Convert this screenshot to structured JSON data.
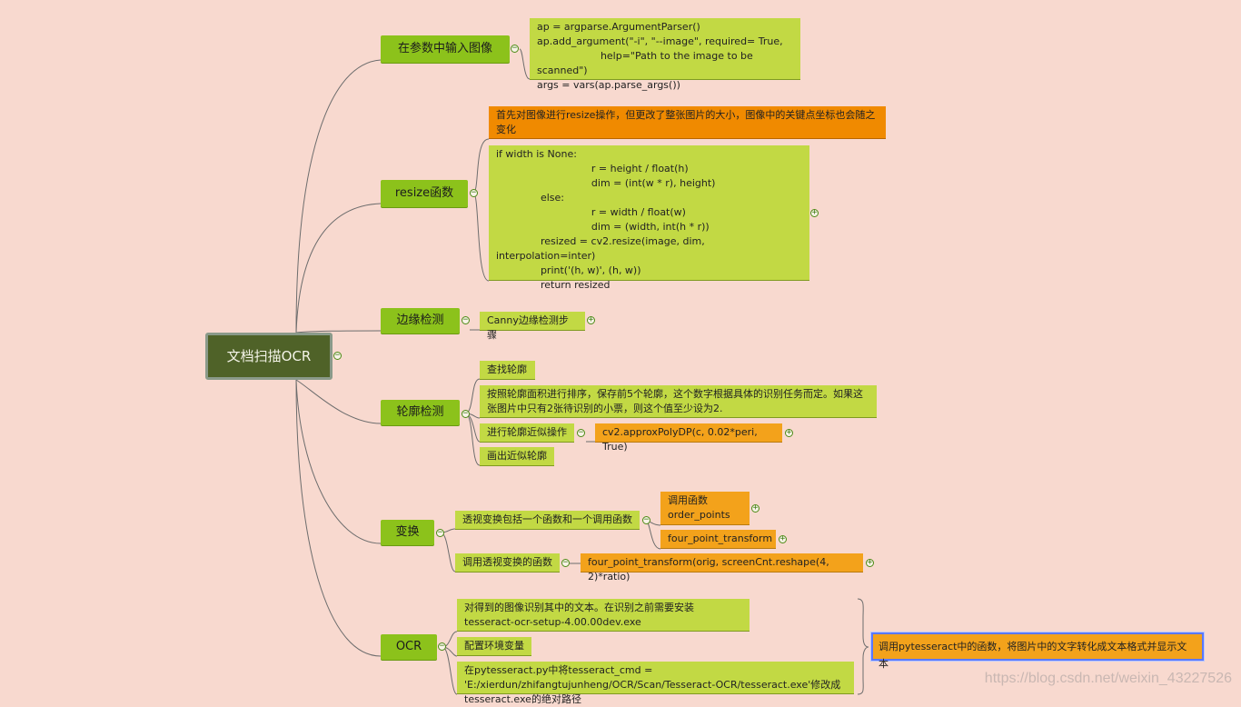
{
  "root": {
    "label": "文档扫描OCR"
  },
  "topics": {
    "input": "在参数中输入图像",
    "resize": "resize函数",
    "edge": "边缘检测",
    "contour": "轮廓检测",
    "transform": "变换",
    "ocr": "OCR"
  },
  "input_code": "ap = argparse.ArgumentParser()\nap.add_argument(\"-i\", \"--image\", required= True,\n                    help=\"Path to the image to be scanned\")\nargs = vars(ap.parse_args())",
  "resize": {
    "note": "首先对图像进行resize操作，但更改了整张图片的大小，图像中的关键点坐标也会随之变化",
    "code": "if width is None:\n                              r = height / float(h)\n                              dim = (int(w * r), height)\n              else:\n                              r = width / float(w)\n                              dim = (width, int(h * r))\n              resized = cv2.resize(image, dim, interpolation=inter)\n              print('(h, w)', (h, w))\n              return resized"
  },
  "edge": {
    "canny": "Canny边缘检测步骤"
  },
  "contour": {
    "find": "查找轮廓",
    "sort": "按照轮廓面积进行排序，保存前5个轮廓，这个数字根据具体的识别任务而定。如果这张图片中只有2张待识别的小票，则这个值至少设为2.",
    "approx": "进行轮廓近似操作",
    "approx_code": "cv2.approxPolyDP(c, 0.02*peri, True)",
    "draw": "画出近似轮廓"
  },
  "transform": {
    "desc": "透视变换包括一个函数和一个调用函数",
    "call_order": "调用函数\norder_points",
    "fpt": "four_point_transform",
    "use": "调用透视变换的函数",
    "use_code": "four_point_transform(orig, screenCnt.reshape(4, 2)*ratio)"
  },
  "ocr": {
    "recognize": "对得到的图像识别其中的文本。在识别之前需要安装tesseract-ocr-setup-4.00.00dev.exe",
    "env": "配置环境变量",
    "path": "在pytesseract.py中将tesseract_cmd = 'E:/xierdun/zhifangtujunheng/OCR/Scan/Tesseract-OCR/tesseract.exe'修改成tesseract.exe的绝对路径",
    "summary": "调用pytesseract中的函数，将图片中的文字转化成文本格式并显示文本"
  },
  "toggles": {
    "collapse": "−",
    "expand": "+"
  },
  "watermark": "https://blog.csdn.net/weixin_43227526",
  "colors": {
    "background": "#f8d9cf",
    "topic": "#8cc21b",
    "leaf": "#c2d944",
    "orange": "#f08a00",
    "amber": "#f3a21b",
    "root": "#4f6228",
    "connector": "#6d6d6d"
  }
}
